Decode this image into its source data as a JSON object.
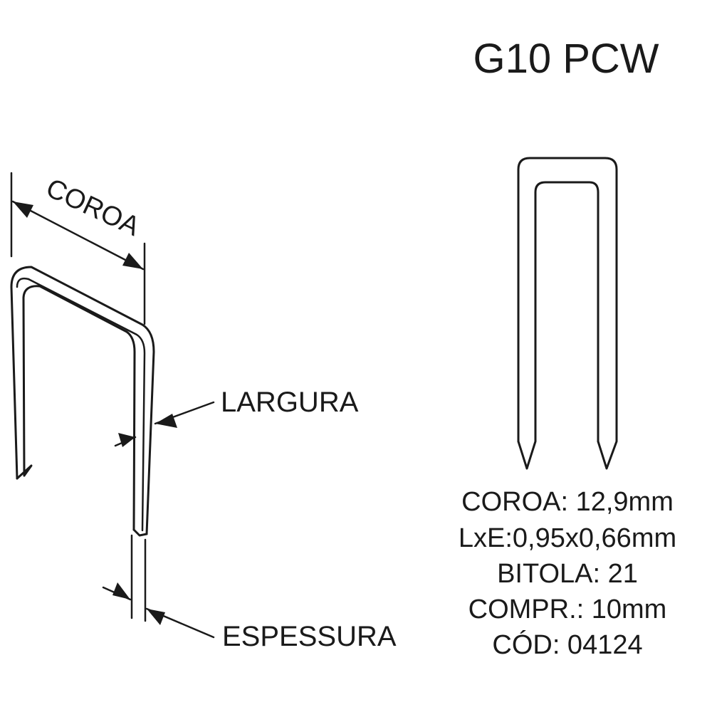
{
  "title": "G10 PCW",
  "labels": {
    "coroa": "COROA",
    "largura": "LARGURA",
    "espessura": "ESPESSURA"
  },
  "specs": {
    "coroa": "COROA: 12,9mm",
    "lxe": "LxE:0,95x0,66mm",
    "bitola": "BITOLA: 21",
    "compr": "COMPR.: 10mm",
    "cod": "CÓD: 04124"
  }
}
